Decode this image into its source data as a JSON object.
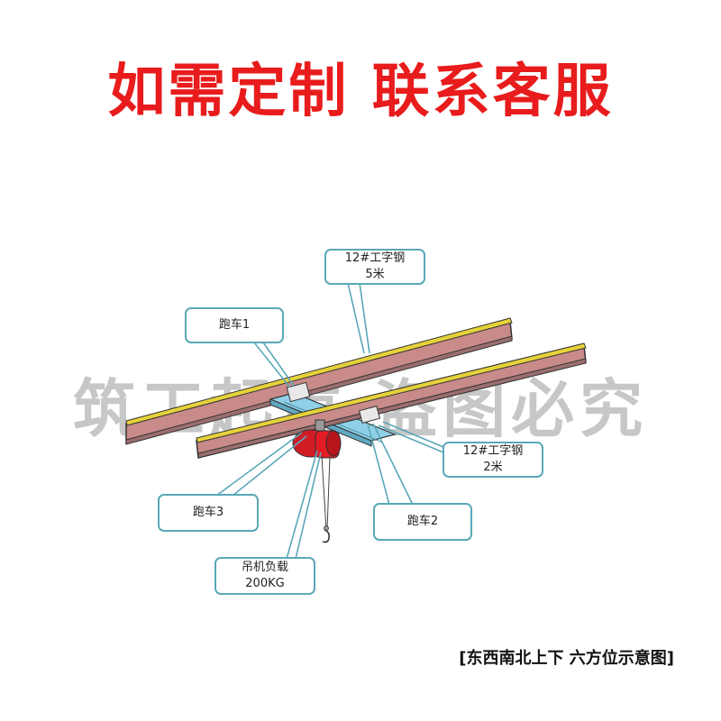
{
  "banner": "如需定制 联系客服",
  "watermark": "筑工起重 盗图必究",
  "callouts": {
    "beam_long": {
      "line1": "12#工字钢",
      "line2": "5米"
    },
    "trolley1": {
      "line1": "跑车1"
    },
    "beam_short": {
      "line1": "12#工字钢",
      "line2": "2米"
    },
    "trolley3": {
      "line1": "跑车3"
    },
    "trolley2": {
      "line1": "跑车2"
    },
    "hoist": {
      "line1": "吊机负载",
      "line2": "200KG"
    }
  },
  "footer": "[东西南北上下 六方位示意图]",
  "colors": {
    "banner": "#e81c1c",
    "callout_border": "#5aa8b8",
    "beam_top": "#e6d23a",
    "beam_web": "#c98a8a",
    "crossbeam": "#8fd0e6",
    "hoist": "#e31b23",
    "watermark": "#b4b4b4"
  }
}
